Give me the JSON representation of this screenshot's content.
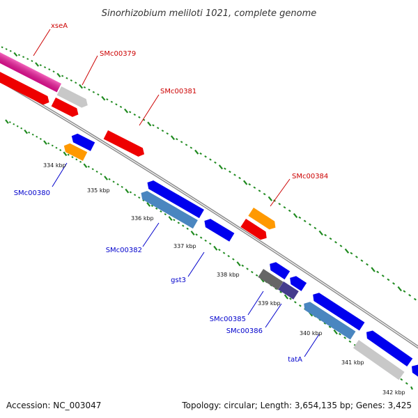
{
  "title": "Sinorhizobium meliloti 1021, complete genome",
  "footer": {
    "accession": "Accession: NC_003047",
    "summary": "Topology: circular; Length: 3,654,135 bp; Genes: 3,425"
  },
  "colors": {
    "backbone": "#8a8a8a",
    "tick_green": "#1f8a1f",
    "label_forward": "#cc0000",
    "label_reverse": "#0000cc",
    "red": "#ee0000",
    "pink": "#ee1199",
    "grey": "#c8c8c8",
    "blue": "#0000ee",
    "steelblue": "#4a86c0",
    "orange": "#ff9900",
    "darkgrey": "#666666",
    "slate": "#443c8c"
  },
  "ticks": [
    "334 kbp",
    "335 kbp",
    "336 kbp",
    "337 kbp",
    "338 kbp",
    "339 kbp",
    "340 kbp",
    "341 kbp",
    "342 kbp"
  ],
  "gene_labels": {
    "forward": [
      "xseA",
      "SMc00379",
      "SMc00381",
      "SMc00384"
    ],
    "reverse": [
      "SMc00380",
      "SMc00382",
      "gst3",
      "SMc00385",
      "SMc00386",
      "tatA"
    ]
  },
  "features": [
    {
      "name": "xseA",
      "strand": "+",
      "color": "pink",
      "label": "xseA"
    },
    {
      "name": "SMc00379",
      "strand": "+",
      "color": "grey",
      "label": "SMc00379"
    },
    {
      "name": "SMc00381",
      "strand": "+",
      "color": "red",
      "label": "SMc00381"
    },
    {
      "name": "SMc00384",
      "strand": "+",
      "color": "orange",
      "label": "SMc00384"
    },
    {
      "name": "SMc00380",
      "strand": "-",
      "color": "orange",
      "label": "SMc00380"
    },
    {
      "name": "SMc00382",
      "strand": "-",
      "color": "steelblue",
      "label": "SMc00382"
    },
    {
      "name": "gst3",
      "strand": "-",
      "color": "blue",
      "label": "gst3"
    },
    {
      "name": "SMc00385",
      "strand": "-",
      "color": "darkgrey",
      "label": "SMc00385"
    },
    {
      "name": "SMc00386",
      "strand": "-",
      "color": "slate",
      "label": "SMc00386"
    },
    {
      "name": "tatA",
      "strand": "-",
      "color": "steelblue",
      "label": "tatA"
    }
  ]
}
